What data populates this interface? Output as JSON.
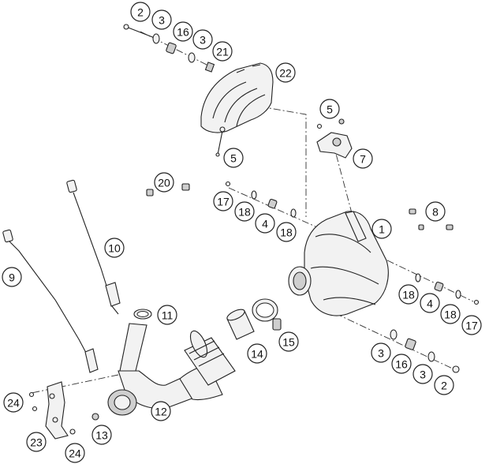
{
  "diagram": {
    "callouts": [
      {
        "id": "c-2a",
        "label": "2"
      },
      {
        "id": "c-3a",
        "label": "3"
      },
      {
        "id": "c-16a",
        "label": "16"
      },
      {
        "id": "c-3b",
        "label": "3"
      },
      {
        "id": "c-21",
        "label": "21"
      },
      {
        "id": "c-22",
        "label": "22"
      },
      {
        "id": "c-5a",
        "label": "5"
      },
      {
        "id": "c-5b",
        "label": "5"
      },
      {
        "id": "c-7",
        "label": "7"
      },
      {
        "id": "c-20",
        "label": "20"
      },
      {
        "id": "c-17a",
        "label": "17"
      },
      {
        "id": "c-18a",
        "label": "18"
      },
      {
        "id": "c-4a",
        "label": "4"
      },
      {
        "id": "c-18b",
        "label": "18"
      },
      {
        "id": "c-1",
        "label": "1"
      },
      {
        "id": "c-8",
        "label": "8"
      },
      {
        "id": "c-10",
        "label": "10"
      },
      {
        "id": "c-9",
        "label": "9"
      },
      {
        "id": "c-11",
        "label": "11"
      },
      {
        "id": "c-18c",
        "label": "18"
      },
      {
        "id": "c-4b",
        "label": "4"
      },
      {
        "id": "c-18d",
        "label": "18"
      },
      {
        "id": "c-17b",
        "label": "17"
      },
      {
        "id": "c-15",
        "label": "15"
      },
      {
        "id": "c-14",
        "label": "14"
      },
      {
        "id": "c-3c",
        "label": "3"
      },
      {
        "id": "c-16b",
        "label": "16"
      },
      {
        "id": "c-3d",
        "label": "3"
      },
      {
        "id": "c-2b",
        "label": "2"
      },
      {
        "id": "c-24a",
        "label": "24"
      },
      {
        "id": "c-12",
        "label": "12"
      },
      {
        "id": "c-13",
        "label": "13"
      },
      {
        "id": "c-23",
        "label": "23"
      },
      {
        "id": "c-24b",
        "label": "24"
      }
    ]
  }
}
